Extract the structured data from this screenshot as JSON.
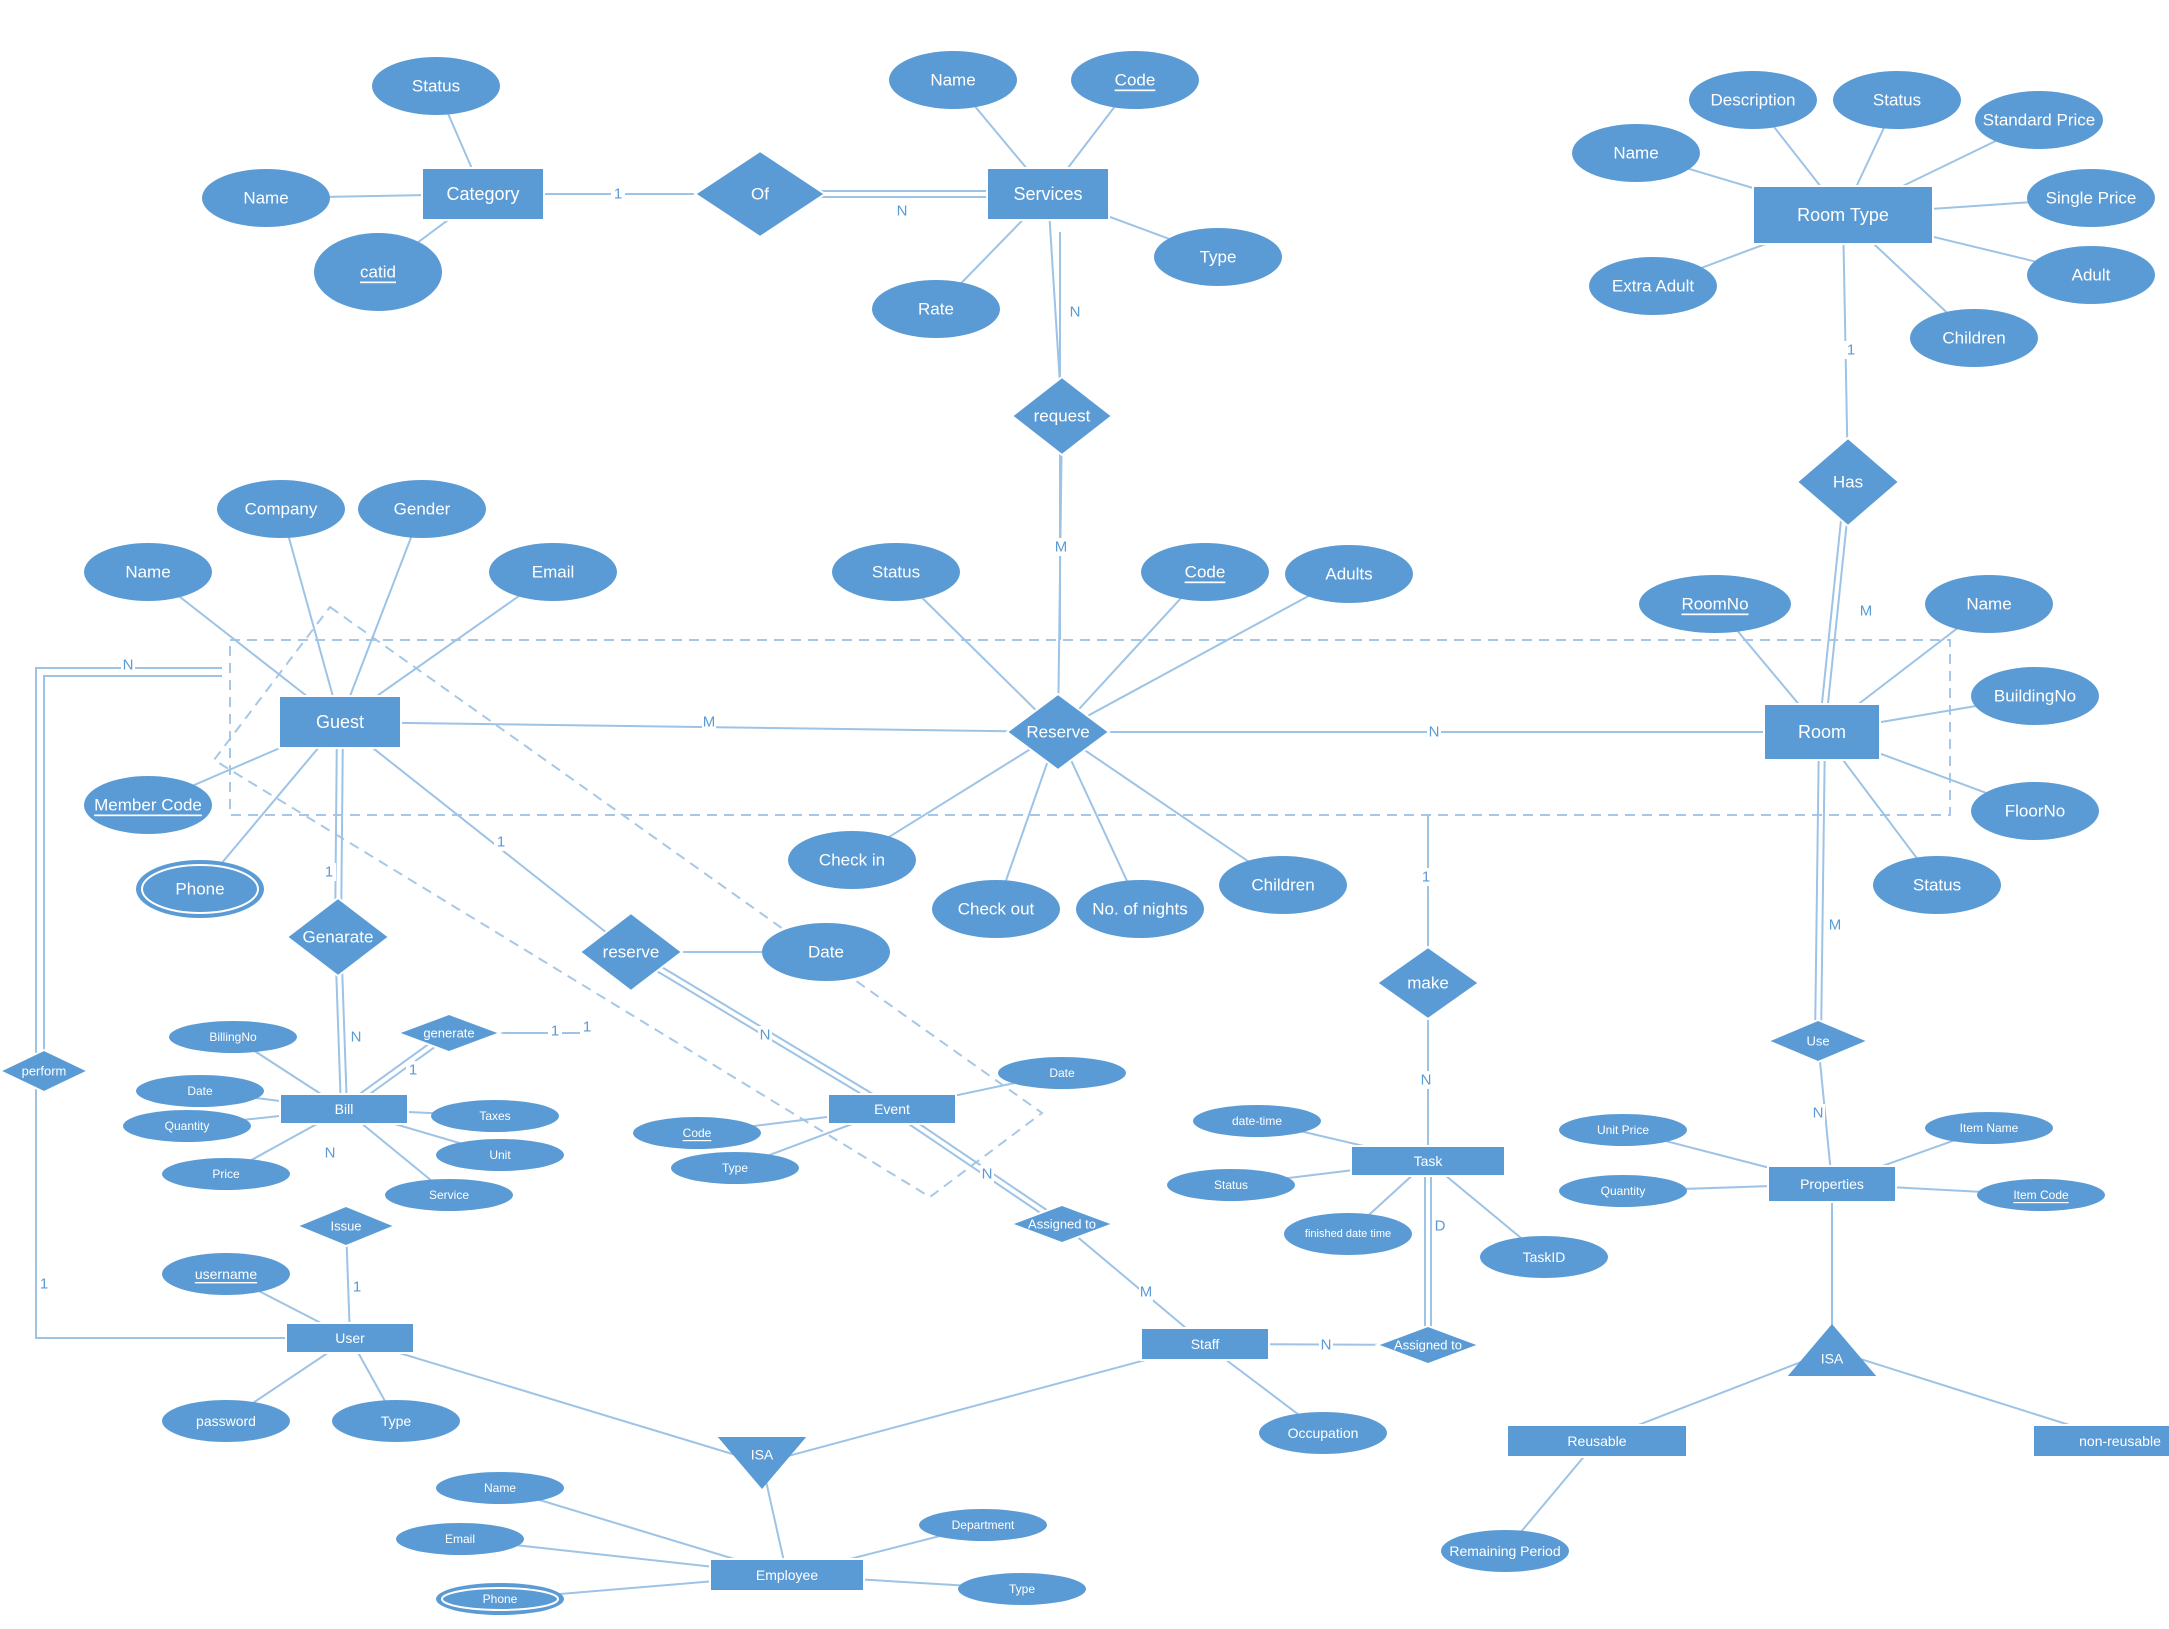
{
  "diagram": {
    "entities": [
      {
        "id": "category",
        "label": "Category"
      },
      {
        "id": "services",
        "label": "Services"
      },
      {
        "id": "roomtype",
        "label": "Room Type"
      },
      {
        "id": "guest",
        "label": "Guest"
      },
      {
        "id": "room",
        "label": "Room"
      },
      {
        "id": "bill",
        "label": "Bill"
      },
      {
        "id": "event",
        "label": "Event"
      },
      {
        "id": "task",
        "label": "Task"
      },
      {
        "id": "properties",
        "label": "Properties"
      },
      {
        "id": "user",
        "label": "User"
      },
      {
        "id": "staff",
        "label": "Staff"
      },
      {
        "id": "reusable",
        "label": "Reusable"
      },
      {
        "id": "nonreusable",
        "label": "non-reusable"
      },
      {
        "id": "employee",
        "label": "Employee"
      }
    ],
    "relationships": [
      {
        "id": "of",
        "label": "Of"
      },
      {
        "id": "request",
        "label": "request"
      },
      {
        "id": "has",
        "label": "Has"
      },
      {
        "id": "reserve_main",
        "label": "Reserve"
      },
      {
        "id": "genarate",
        "label": "Genarate"
      },
      {
        "id": "reserve_event",
        "label": "reserve"
      },
      {
        "id": "generate",
        "label": "generate"
      },
      {
        "id": "make",
        "label": "make"
      },
      {
        "id": "use",
        "label": "Use"
      },
      {
        "id": "perform",
        "label": "perform"
      },
      {
        "id": "issue",
        "label": "Issue"
      },
      {
        "id": "assigned_to_1",
        "label": "Assigned to"
      },
      {
        "id": "assigned_to_2",
        "label": "Assigned to"
      }
    ],
    "isa": [
      {
        "id": "isa_employee",
        "label": "ISA"
      },
      {
        "id": "isa_properties",
        "label": "ISA"
      }
    ],
    "attributes": [
      {
        "id": "cat_status",
        "label": "Status",
        "key": false
      },
      {
        "id": "cat_name",
        "label": "Name",
        "key": false
      },
      {
        "id": "cat_catid",
        "label": "catid",
        "key": true
      },
      {
        "id": "svc_name",
        "label": "Name",
        "key": false
      },
      {
        "id": "svc_code",
        "label": "Code",
        "key": true
      },
      {
        "id": "svc_type",
        "label": "Type",
        "key": false
      },
      {
        "id": "svc_rate",
        "label": "Rate",
        "key": false
      },
      {
        "id": "rt_description",
        "label": "Description",
        "key": false
      },
      {
        "id": "rt_status",
        "label": "Status",
        "key": false
      },
      {
        "id": "rt_standard",
        "label": "Standard Price",
        "key": false
      },
      {
        "id": "rt_name",
        "label": "Name",
        "key": false
      },
      {
        "id": "rt_single",
        "label": "Single Price",
        "key": false
      },
      {
        "id": "rt_extra",
        "label": "Extra Adult",
        "key": false
      },
      {
        "id": "rt_adult",
        "label": "Adult",
        "key": false
      },
      {
        "id": "rt_children",
        "label": "Children",
        "key": false
      },
      {
        "id": "g_company",
        "label": "Company",
        "key": false
      },
      {
        "id": "g_gender",
        "label": "Gender",
        "key": false
      },
      {
        "id": "g_name",
        "label": "Name",
        "key": false
      },
      {
        "id": "g_email",
        "label": "Email",
        "key": false
      },
      {
        "id": "g_member",
        "label": "Member Code",
        "key": true
      },
      {
        "id": "g_phone",
        "label": "Phone",
        "key": false,
        "multi": true
      },
      {
        "id": "r_status",
        "label": "Status",
        "key": false
      },
      {
        "id": "r_code",
        "label": "Code",
        "key": true
      },
      {
        "id": "r_adults",
        "label": "Adults",
        "key": false
      },
      {
        "id": "r_checkin",
        "label": "Check in",
        "key": false
      },
      {
        "id": "r_checkout",
        "label": "Check out",
        "key": false
      },
      {
        "id": "r_nights",
        "label": "No. of nights",
        "key": false
      },
      {
        "id": "r_children",
        "label": "Children",
        "key": false
      },
      {
        "id": "rm_roomno",
        "label": "RoomNo",
        "key": true
      },
      {
        "id": "rm_name",
        "label": "Name",
        "key": false
      },
      {
        "id": "rm_building",
        "label": "BuildingNo",
        "key": false
      },
      {
        "id": "rm_floor",
        "label": "FloorNo",
        "key": false
      },
      {
        "id": "rm_status",
        "label": "Status",
        "key": false
      },
      {
        "id": "re_date",
        "label": "Date",
        "key": false
      },
      {
        "id": "b_billingno",
        "label": "BillingNo",
        "key": false
      },
      {
        "id": "b_date",
        "label": "Date",
        "key": false
      },
      {
        "id": "b_quantity",
        "label": "Quantity",
        "key": false
      },
      {
        "id": "b_price",
        "label": "Price",
        "key": false
      },
      {
        "id": "b_taxes",
        "label": "Taxes",
        "key": false
      },
      {
        "id": "b_unit",
        "label": "Unit",
        "key": false
      },
      {
        "id": "b_service",
        "label": "Service",
        "key": false
      },
      {
        "id": "e_date",
        "label": "Date",
        "key": false
      },
      {
        "id": "e_code",
        "label": "Code",
        "key": true
      },
      {
        "id": "e_type",
        "label": "Type",
        "key": false
      },
      {
        "id": "t_datetime",
        "label": "date-time",
        "key": false
      },
      {
        "id": "t_status",
        "label": "Status",
        "key": false
      },
      {
        "id": "t_finished",
        "label": "finished date time",
        "key": false
      },
      {
        "id": "t_taskid",
        "label": "TaskID",
        "key": false
      },
      {
        "id": "p_unitprice",
        "label": "Unit Price",
        "key": false
      },
      {
        "id": "p_itemname",
        "label": "Item Name",
        "key": false
      },
      {
        "id": "p_quantity",
        "label": "Quantity",
        "key": false
      },
      {
        "id": "p_itemcode",
        "label": "Item Code",
        "key": true
      },
      {
        "id": "u_username",
        "label": "username",
        "key": true
      },
      {
        "id": "u_password",
        "label": "password",
        "key": false
      },
      {
        "id": "u_type",
        "label": "Type",
        "key": false
      },
      {
        "id": "s_occupation",
        "label": "Occupation",
        "key": false
      },
      {
        "id": "ru_remaining",
        "label": "Remaining Period",
        "key": false
      },
      {
        "id": "emp_name",
        "label": "Name",
        "key": false
      },
      {
        "id": "emp_email",
        "label": "Email",
        "key": false
      },
      {
        "id": "emp_phone",
        "label": "Phone",
        "key": false,
        "multi": true
      },
      {
        "id": "emp_department",
        "label": "Department",
        "key": false
      },
      {
        "id": "emp_type",
        "label": "Type",
        "key": false
      }
    ],
    "cardinalities": [
      {
        "id": "c_cat_of",
        "label": "1"
      },
      {
        "id": "c_of_svc",
        "label": "N"
      },
      {
        "id": "c_svc_req",
        "label": "N"
      },
      {
        "id": "c_req_res",
        "label": "M"
      },
      {
        "id": "c_rt_has",
        "label": "1"
      },
      {
        "id": "c_has_room",
        "label": "M"
      },
      {
        "id": "c_guest_res",
        "label": "M"
      },
      {
        "id": "c_res_room",
        "label": "N"
      },
      {
        "id": "c_perform",
        "label": "N"
      },
      {
        "id": "c_guest_gen",
        "label": "1"
      },
      {
        "id": "c_guest_rsv",
        "label": "1"
      },
      {
        "id": "c_gen_bill",
        "label": "N"
      },
      {
        "id": "c_rsv_event",
        "label": "N"
      },
      {
        "id": "c_room_use",
        "label": "M"
      },
      {
        "id": "c_use_prop",
        "label": "N"
      },
      {
        "id": "c_agg_make",
        "label": "1"
      },
      {
        "id": "c_make_task",
        "label": "N"
      },
      {
        "id": "c_bill_gen2",
        "label": "1"
      },
      {
        "id": "c_gen2_r",
        "label": "1"
      },
      {
        "id": "c_bill_issue",
        "label": "N"
      },
      {
        "id": "c_issue_user",
        "label": "1"
      },
      {
        "id": "c_event_asg",
        "label": "N"
      },
      {
        "id": "c_asg_staff",
        "label": "M"
      },
      {
        "id": "c_task_asg",
        "label": "D"
      },
      {
        "id": "c_staff_asg",
        "label": "N"
      },
      {
        "id": "c_perform_user",
        "label": "1"
      },
      {
        "id": "c_genbill_1",
        "label": "1"
      }
    ]
  }
}
